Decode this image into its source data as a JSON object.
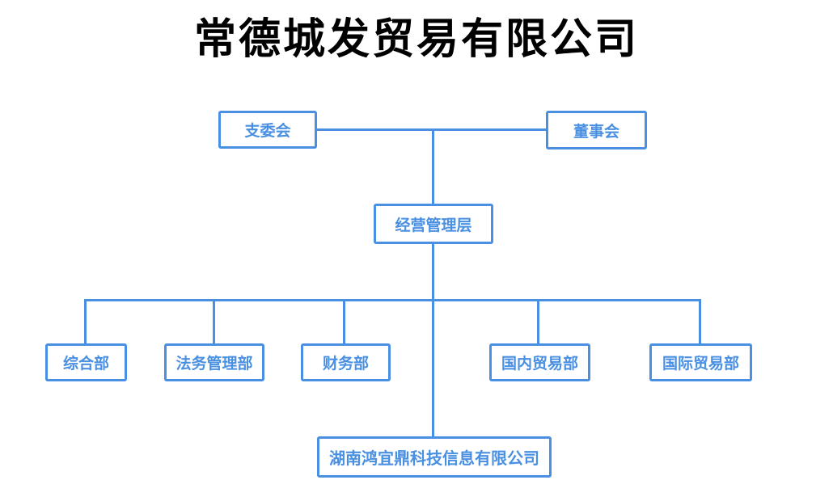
{
  "title": "常德城发贸易有限公司",
  "colors": {
    "accent": "#4a90e2",
    "title": "#000000",
    "background": "#ffffff",
    "node_fill": "#ffffff"
  },
  "nodes": {
    "branch_committee": {
      "label": "支委会"
    },
    "board_of_directors": {
      "label": "董事会"
    },
    "management_layer": {
      "label": "经营管理层"
    },
    "general_affairs_dept": {
      "label": "综合部"
    },
    "legal_management_dept": {
      "label": "法务管理部"
    },
    "finance_dept": {
      "label": "财务部"
    },
    "domestic_trade_dept": {
      "label": "国内贸易部"
    },
    "international_trade_dept": {
      "label": "国际贸易部"
    },
    "subsidiary_company": {
      "label": "湖南鸿宜鼎科技信息有限公司"
    }
  },
  "hierarchy": [
    {
      "parent": "支委会 / 董事会",
      "child": "经营管理层"
    },
    {
      "parent": "经营管理层",
      "child": "综合部"
    },
    {
      "parent": "经营管理层",
      "child": "法务管理部"
    },
    {
      "parent": "经营管理层",
      "child": "财务部"
    },
    {
      "parent": "经营管理层",
      "child": "国内贸易部"
    },
    {
      "parent": "经营管理层",
      "child": "国际贸易部"
    },
    {
      "parent": "经营管理层",
      "child": "湖南鸿宜鼎科技信息有限公司"
    }
  ]
}
